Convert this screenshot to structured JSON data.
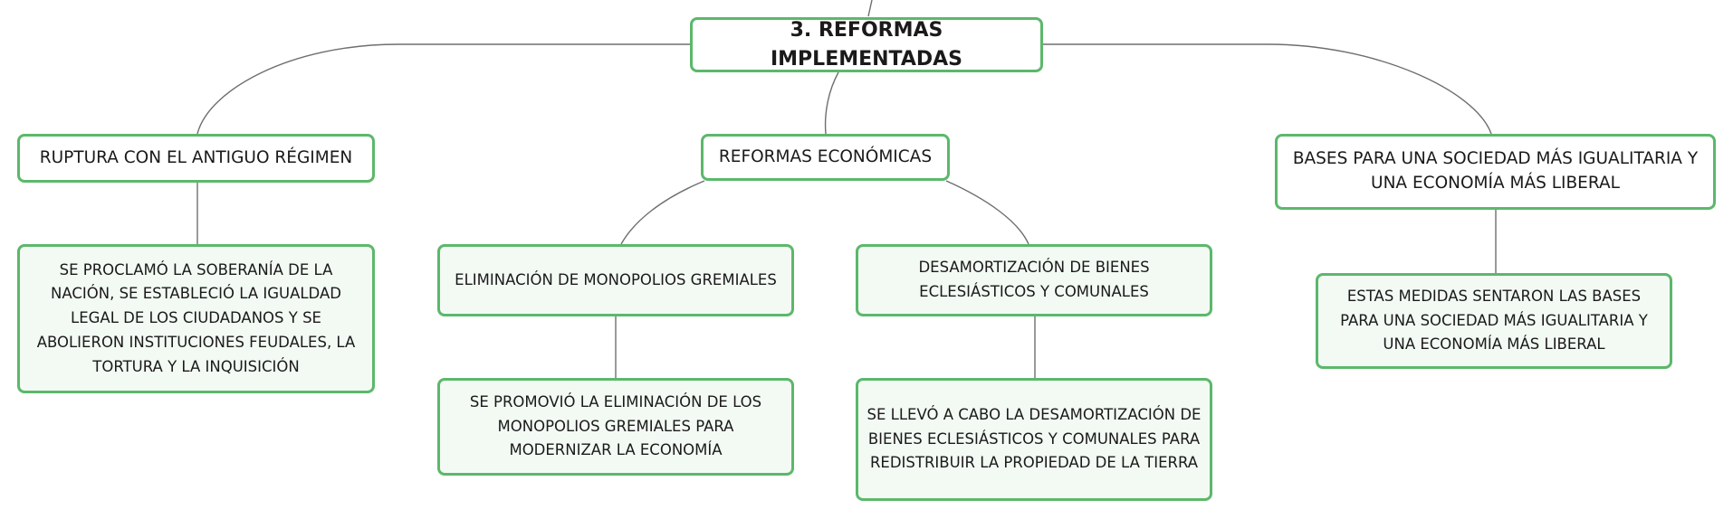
{
  "root": {
    "label": "3. REFORMAS IMPLEMENTADAS"
  },
  "branches": [
    {
      "label": "RUPTURA CON EL ANTIGUO RÉGIMEN",
      "detail": "SE PROCLAMÓ LA SOBERANÍA DE LA NACIÓN, SE ESTABLECIÓ LA IGUALDAD LEGAL DE LOS CIUDADANOS Y SE ABOLIERON INSTITUCIONES FEUDALES, LA TORTURA Y LA INQUISICIÓN"
    },
    {
      "label": "REFORMAS ECONÓMICAS",
      "children": [
        {
          "label": "ELIMINACIÓN DE MONOPOLIOS GREMIALES",
          "detail": "SE PROMOVIÓ LA ELIMINACIÓN DE LOS MONOPOLIOS GREMIALES PARA MODERNIZAR LA ECONOMÍA"
        },
        {
          "label": "DESAMORTIZACIÓN DE BIENES ECLESIÁSTICOS Y COMUNALES",
          "detail": "SE LLEVÓ A CABO LA DESAMORTIZACIÓN DE BIENES ECLESIÁSTICOS Y COMUNALES PARA REDISTRIBUIR LA PROPIEDAD DE LA TIERRA"
        }
      ]
    },
    {
      "label": "BASES PARA UNA SOCIEDAD MÁS IGUALITARIA Y UNA ECONOMÍA MÁS LIBERAL",
      "detail": "ESTAS MEDIDAS SENTARON LAS BASES PARA UNA SOCIEDAD MÁS IGUALITARIA Y UNA ECONOMÍA MÁS LIBERAL"
    }
  ],
  "colors": {
    "node_border": "#5cb86b",
    "node_fill": "#f3faf4",
    "connector": "#6e6e6e"
  }
}
